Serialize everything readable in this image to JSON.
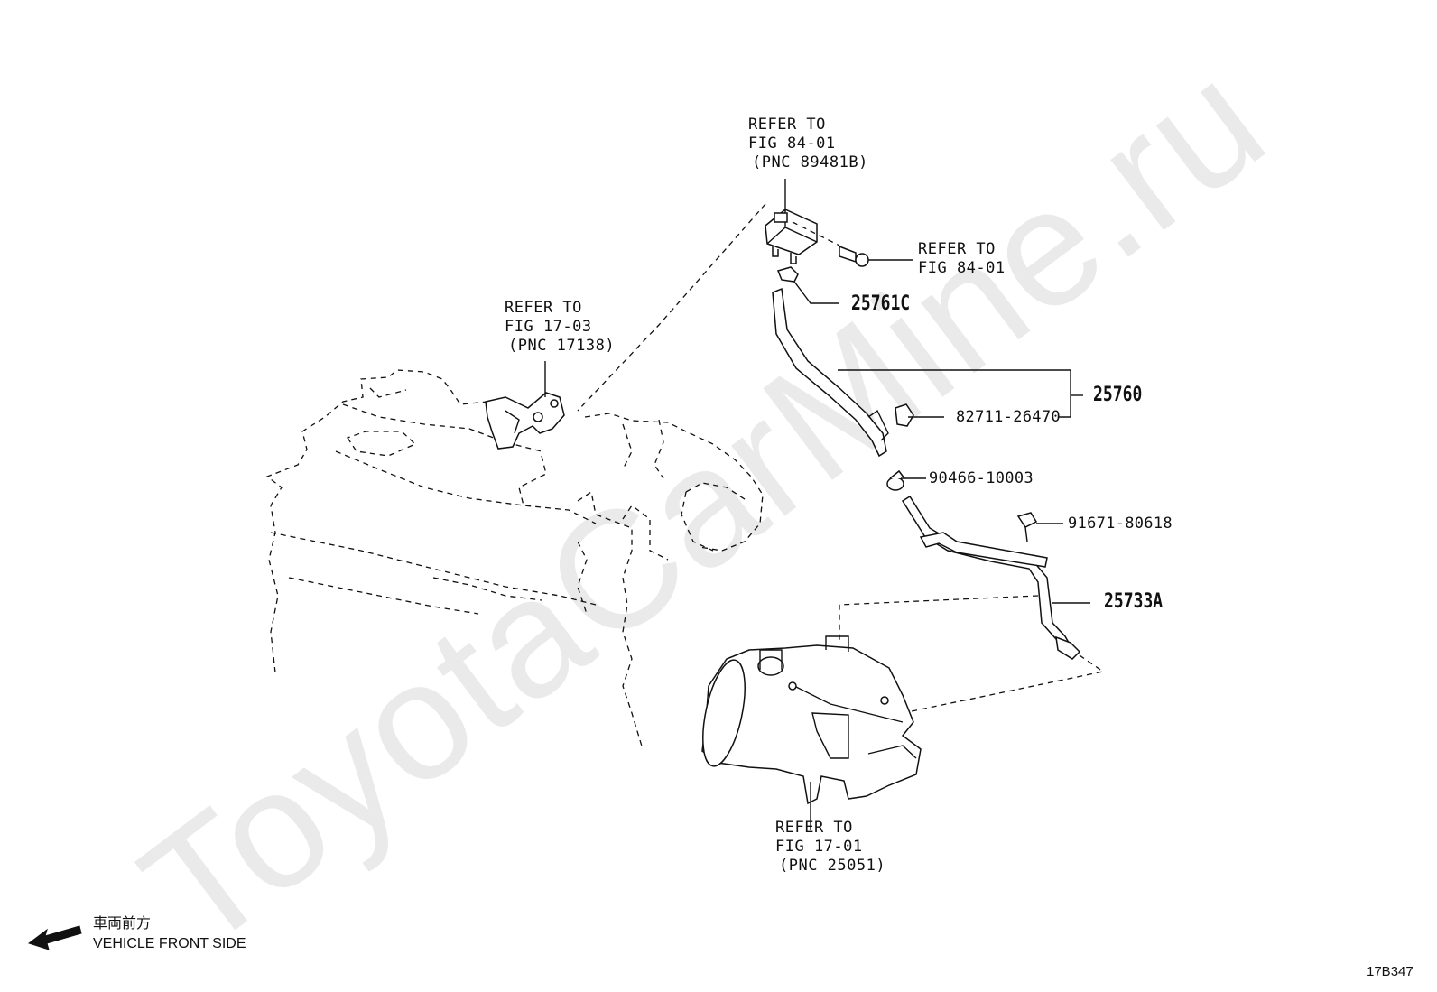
{
  "watermark": "ToyotaCarMine.ru",
  "refs": {
    "top_purge_valve": {
      "line1": "REFER TO",
      "line2": "FIG 84-01",
      "line3": "(PNC 89481B)"
    },
    "bolt_ref": {
      "line1": "REFER TO",
      "line2": "FIG 84-01"
    },
    "bracket_ref": {
      "line1": "REFER TO",
      "line2": "FIG 17-03",
      "line3": "(PNC 17138)"
    },
    "converter_ref": {
      "line1": "REFER TO",
      "line2": "FIG 17-01",
      "line3": "(PNC 25051)"
    }
  },
  "parts": {
    "p25761c": "25761C",
    "p25760": "25760",
    "p82711": "82711-26470",
    "p90466": "90466-10003",
    "p91671": "91671-80618",
    "p25733a": "25733A"
  },
  "front_note": {
    "jp": "車両前方",
    "en": "VEHICLE FRONT SIDE"
  },
  "figure_code": "17B347"
}
